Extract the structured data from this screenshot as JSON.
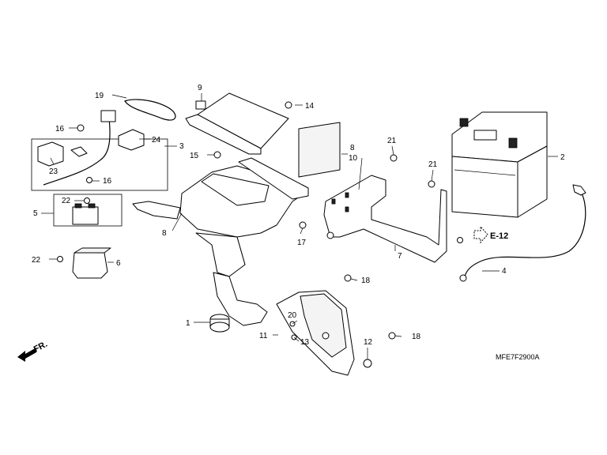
{
  "diagram": {
    "labels": {
      "l1": "1",
      "l2": "2",
      "l3": "3",
      "l4": "4",
      "l5": "5",
      "l6": "6",
      "l7": "7",
      "l8a": "8",
      "l8b": "8",
      "l9": "9",
      "l10": "10",
      "l11": "11",
      "l12": "12",
      "l13": "13",
      "l14": "14",
      "l15": "15",
      "l16a": "16",
      "l16b": "16",
      "l17": "17",
      "l18a": "18",
      "l18b": "18",
      "l19": "19",
      "l20": "20",
      "l21a": "21",
      "l21b": "21",
      "l22a": "22",
      "l22b": "22",
      "l23": "23",
      "l24": "24"
    },
    "ref_label": "E-12",
    "front_label": "FR.",
    "drawing_code": "MFE7F2900A"
  }
}
